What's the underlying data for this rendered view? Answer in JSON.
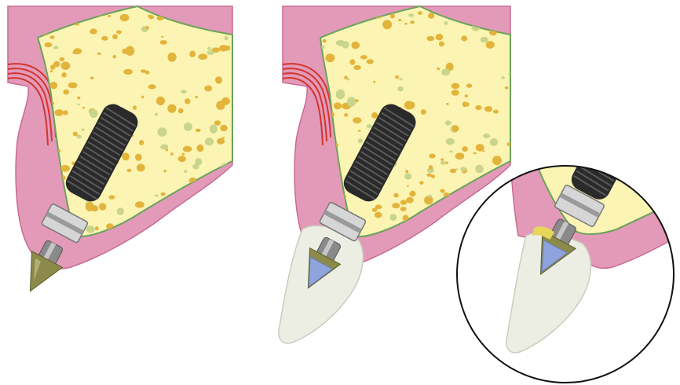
{
  "figure": {
    "panels": [
      {
        "id": "implant-with-abutment",
        "has_crown": false
      },
      {
        "id": "implant-with-crown",
        "has_crown": true
      },
      {
        "id": "detail-magnified",
        "has_crown": true
      }
    ],
    "colors": {
      "background": "#ffffff",
      "gum": "#e39ab9",
      "gum_edge": "#c96a93",
      "bone": "#fbf4b3",
      "bone_edge": "#6aa35a",
      "bone_pores": "#e3b43b",
      "bone_pores_light": "#c9d58a",
      "sinus_lines": "#d3342d",
      "implant_body": "#2a2a2a",
      "implant_thread": "#5a5a5a",
      "implant_collar": "#c9c9c9",
      "abutment_metal": "#8a8a8a",
      "abutment_gold": "#8c8a4a",
      "crown": "#eceee4",
      "crown_edge": "#c9cdbd",
      "crown_core": "#8fa3dd",
      "circle_stroke": "#111111"
    },
    "icons": [
      "dental-implant-diagram",
      "magnifier-circle"
    ]
  }
}
